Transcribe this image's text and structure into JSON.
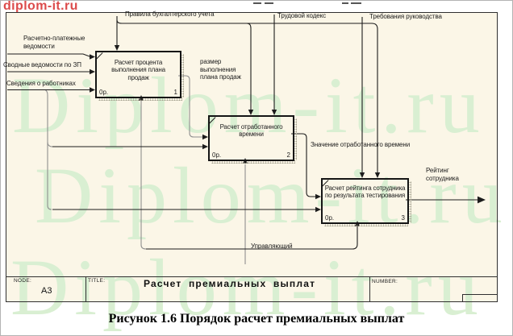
{
  "watermarks": {
    "corner": "diplom-it.ru",
    "rows": [
      "Diplom-it.ru",
      "Diplom-it.ru",
      "Diplom-it.ru"
    ],
    "green_color": "#d9efd2",
    "red_color": "#dc4b4b"
  },
  "diagram": {
    "arrow_labels": {
      "pravila": "Правила бухгалтерского учета",
      "trudovoy": "Трудовой кодекс",
      "trebovaniya": "Требования руководства",
      "raschetno": "Расчетно-платежные ведомости",
      "svodnye": "Сводные ведомости по ЗП",
      "svedeniya": "Сведения о работниках",
      "razmer": "размер выполнения плана продаж",
      "znachenie": "Значение отработанного времени",
      "reyting": "Рейтинг сотрудника",
      "upravlyayushchiy": "Управляющий"
    },
    "boxes": [
      {
        "title": "Расчет процента выполнения плана продаж",
        "cost": "0р.",
        "number": "1"
      },
      {
        "title": "Расчет отработанного времени",
        "cost": "0р.",
        "number": "2"
      },
      {
        "title": "Расчет рейтинга сотрудника по результата тестирования",
        "cost": "0р.",
        "number": "3"
      }
    ]
  },
  "title_bar": {
    "node_label": "NODE:",
    "node_value": "A3",
    "title_label": "TITLE:",
    "title_value": "Расчет премиальных выплат",
    "number_label": "NUMBER:"
  },
  "caption": "Рисунок 1.6 Порядок расчет премиальных выплат"
}
